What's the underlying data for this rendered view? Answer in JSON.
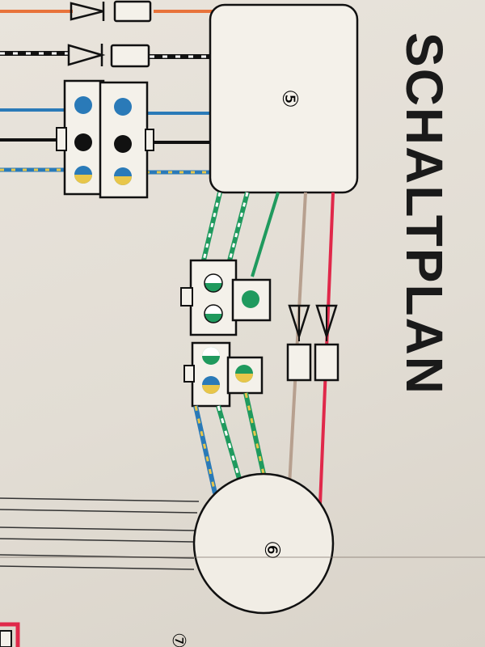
{
  "title": "SCHALTPLAN",
  "components": [
    {
      "id": "5",
      "label": "⑤"
    },
    {
      "id": "6",
      "label": "⑥"
    },
    {
      "id": "7",
      "label": "⑦"
    }
  ],
  "colors": {
    "paper": "#e6e1d8",
    "black_wire": "#111111",
    "blue_wire": "#2a7ab8",
    "green_wire": "#1f9a5e",
    "yellow_stripe": "#e8c64a",
    "red_wire": "#e0284a",
    "tan_wire": "#b7a08f",
    "orange_wire": "#e8733a"
  },
  "wires": [
    {
      "name": "orange-top",
      "color": "orange"
    },
    {
      "name": "black-white-stripe",
      "color": "black/white"
    },
    {
      "name": "blue-left",
      "color": "blue"
    },
    {
      "name": "black-left",
      "color": "black"
    },
    {
      "name": "blue-yellow-left",
      "color": "blue/yellow"
    },
    {
      "name": "green-white-a",
      "color": "green/white"
    },
    {
      "name": "green-white-b",
      "color": "green/white"
    },
    {
      "name": "green-mid",
      "color": "green"
    },
    {
      "name": "tan",
      "color": "tan"
    },
    {
      "name": "red",
      "color": "red"
    },
    {
      "name": "blue-yellow-lower",
      "color": "blue/yellow"
    },
    {
      "name": "green-white-lower",
      "color": "green/white"
    },
    {
      "name": "green-yellow-lower",
      "color": "green/yellow"
    }
  ],
  "connectors": [
    {
      "name": "connector-left-upper",
      "pins": [
        "blue",
        "blue",
        "black",
        "black",
        "blue-yellow",
        "blue-yellow"
      ]
    },
    {
      "name": "connector-mid-upper",
      "pins": [
        "green-white",
        "green-white",
        "green"
      ]
    },
    {
      "name": "connector-mid-lower",
      "pins": [
        "green-white",
        "blue-yellow",
        "green-yellow"
      ]
    }
  ]
}
